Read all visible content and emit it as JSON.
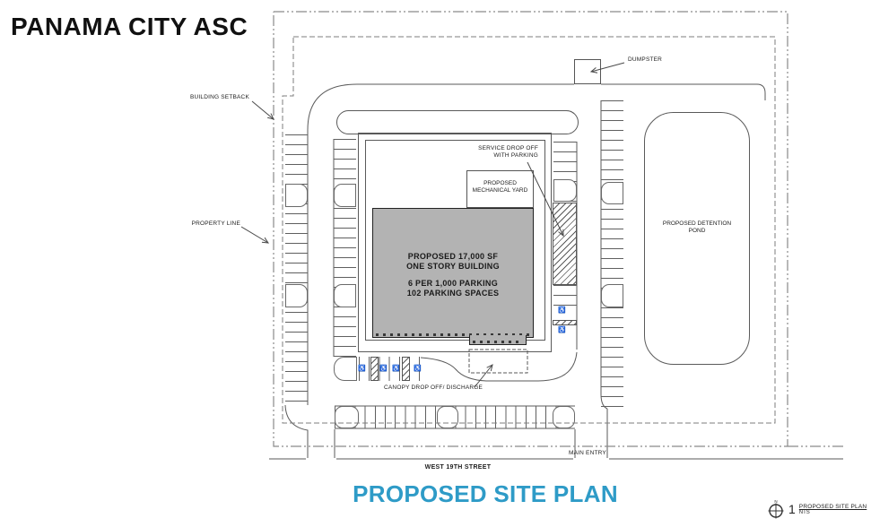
{
  "page_title": "PANAMA CITY ASC",
  "plan_subtitle": "PROPOSED SITE PLAN",
  "street_label": "WEST 19TH STREET",
  "labels": {
    "building_setback": "BUILDING SETBACK",
    "property_line": "PROPERTY LINE",
    "dumpster": "DUMPSTER",
    "service_drop_off_line1": "SERVICE DROP OFF",
    "service_drop_off_line2": "WITH PARKING",
    "mechanical_yard_line1": "PROPOSED",
    "mechanical_yard_line2": "MECHANICAL YARD",
    "detention_pond_line1": "PROPOSED DETENTION",
    "detention_pond_line2": "POND",
    "canopy": "CANOPY DROP OFF/ DISCHARGE",
    "main_entry": "MAIN ENTRY"
  },
  "building": {
    "line1": "PROPOSED 17,000 SF",
    "line2": "ONE STORY BUILDING",
    "line3": "6 PER 1,000 PARKING",
    "line4": "102 PARKING SPACES"
  },
  "titleblock": {
    "north": "N",
    "sheet_number": "1",
    "drawing_name": "PROPOSED SITE PLAN",
    "scale": "NTS"
  },
  "icons": {
    "accessible": "♿"
  },
  "colors": {
    "accent_blue": "#2E9BC7",
    "building_fill": "#B3B3B3",
    "line_gray": "#5A5A5A",
    "background": "#FFFFFF"
  }
}
